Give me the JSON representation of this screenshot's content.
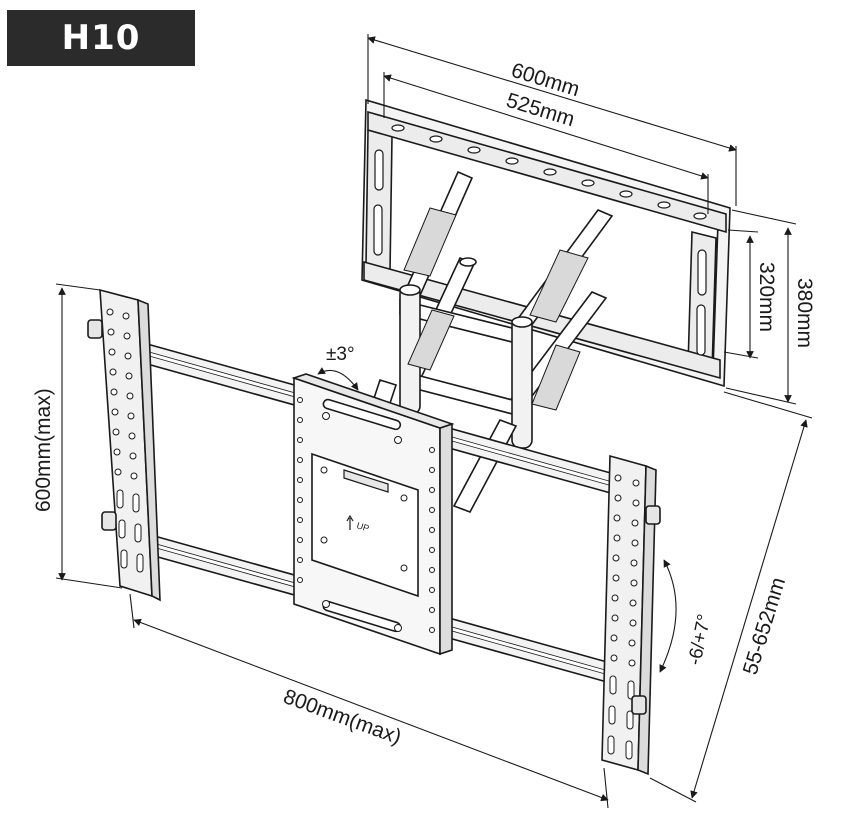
{
  "model": "H10",
  "dimensions": {
    "tv_plate_width": "600mm",
    "tv_plate_hole_spacing": "525mm",
    "tv_plate_hole_spacing_vertical": "320mm",
    "tv_plate_height": "380mm",
    "wall_rail_height_max": "600mm(max)",
    "wall_rail_width_max": "800mm(max)",
    "extension_range": "55-652mm"
  },
  "angles": {
    "swivel": "±3°",
    "tilt": "-6/+7°"
  },
  "marking": {
    "up_label": "UP"
  }
}
